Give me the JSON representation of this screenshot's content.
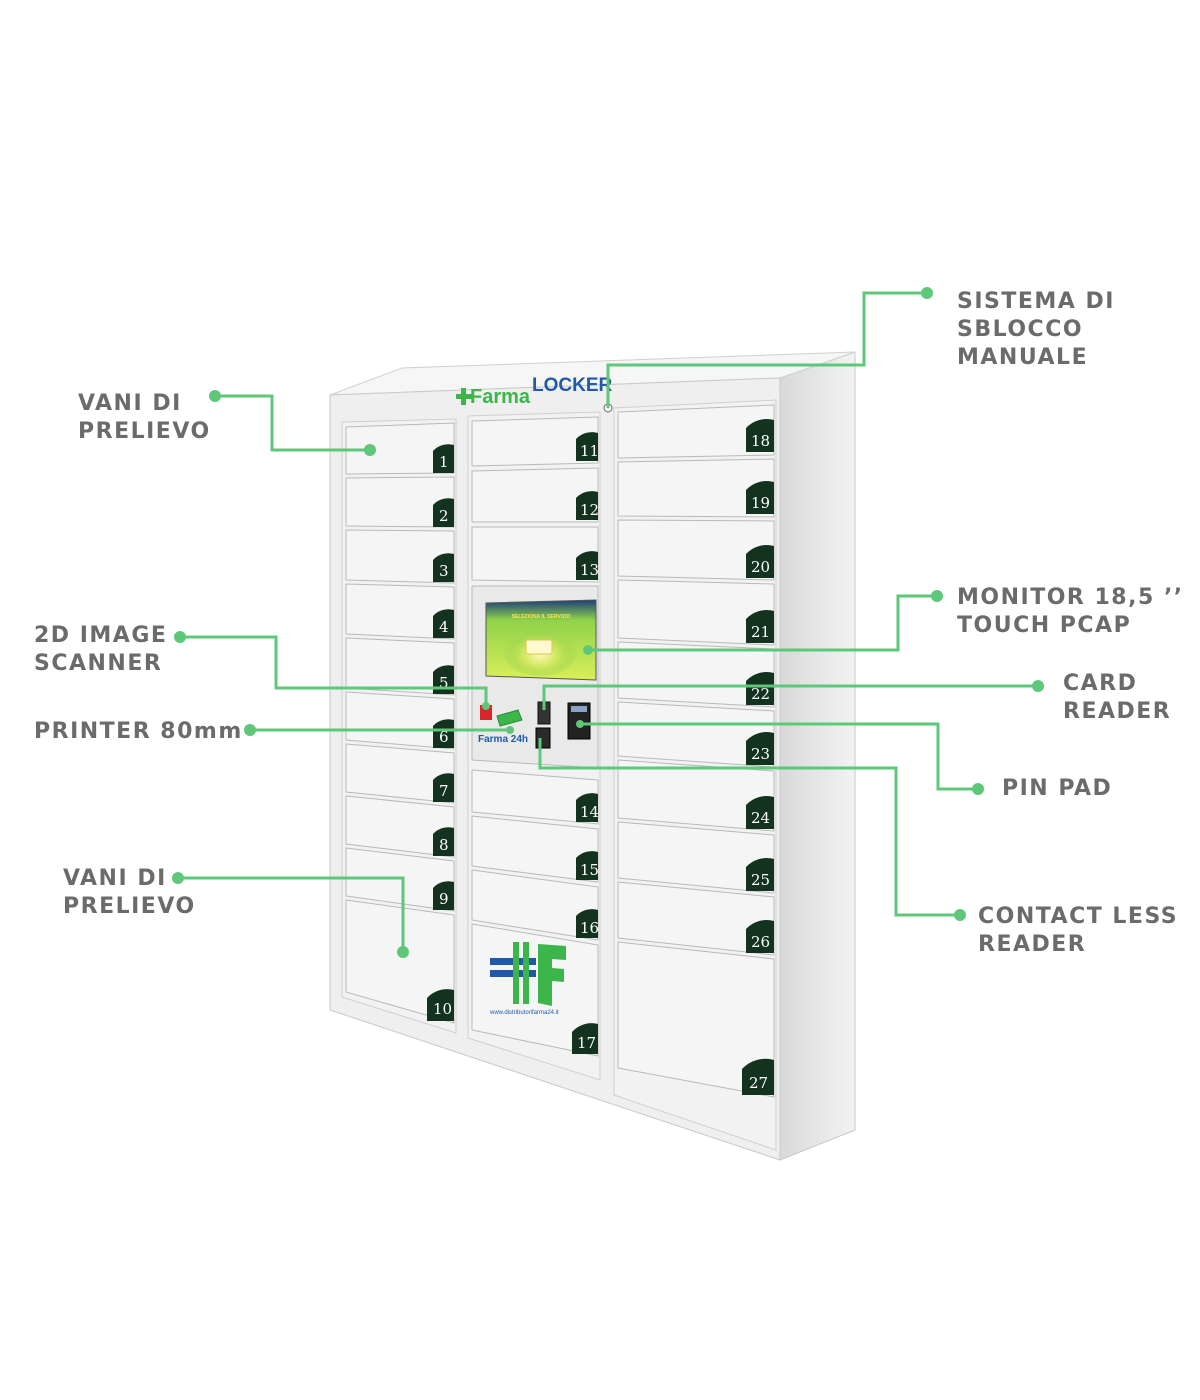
{
  "colors": {
    "callout": "#5fc77a",
    "label_text": "#6b6b6b",
    "cabinet": "#efefef",
    "door": "#f4f4f4",
    "door_edge": "#bdbdbd",
    "badge": "#14331f",
    "brand_green": "#3cb54a",
    "brand_blue": "#1f5aa8"
  },
  "brand": {
    "prefix": "Farma",
    "suffix": "LOCKER"
  },
  "kiosk": {
    "logo": "Farma 24h",
    "screen_title": "SELEZIONA IL SERVIZIO",
    "url": "www.distributorifarma24.it"
  },
  "labels": {
    "vani_top": "VANI DI\nPRELIEVO",
    "sblocco": "SISTEMA DI\nSBLOCCO\nMANUALE",
    "monitor": "MONITOR 18,5 ’’\nTOUCH PCAP",
    "scanner": "2D IMAGE\nSCANNER",
    "card": "CARD\nREADER",
    "printer": "PRINTER 80mm",
    "pinpad": "PIN PAD",
    "vani_bottom": "VANI DI\nPRELIEVO",
    "contactless": "CONTACT LESS\nREADER"
  },
  "doors": {
    "left": [
      "1",
      "2",
      "3",
      "4",
      "5",
      "6",
      "7",
      "8",
      "9",
      "10"
    ],
    "middle": [
      "11",
      "12",
      "13",
      "14",
      "15",
      "16",
      "17"
    ],
    "right": [
      "18",
      "19",
      "20",
      "21",
      "22",
      "23",
      "24",
      "25",
      "26",
      "27"
    ]
  }
}
